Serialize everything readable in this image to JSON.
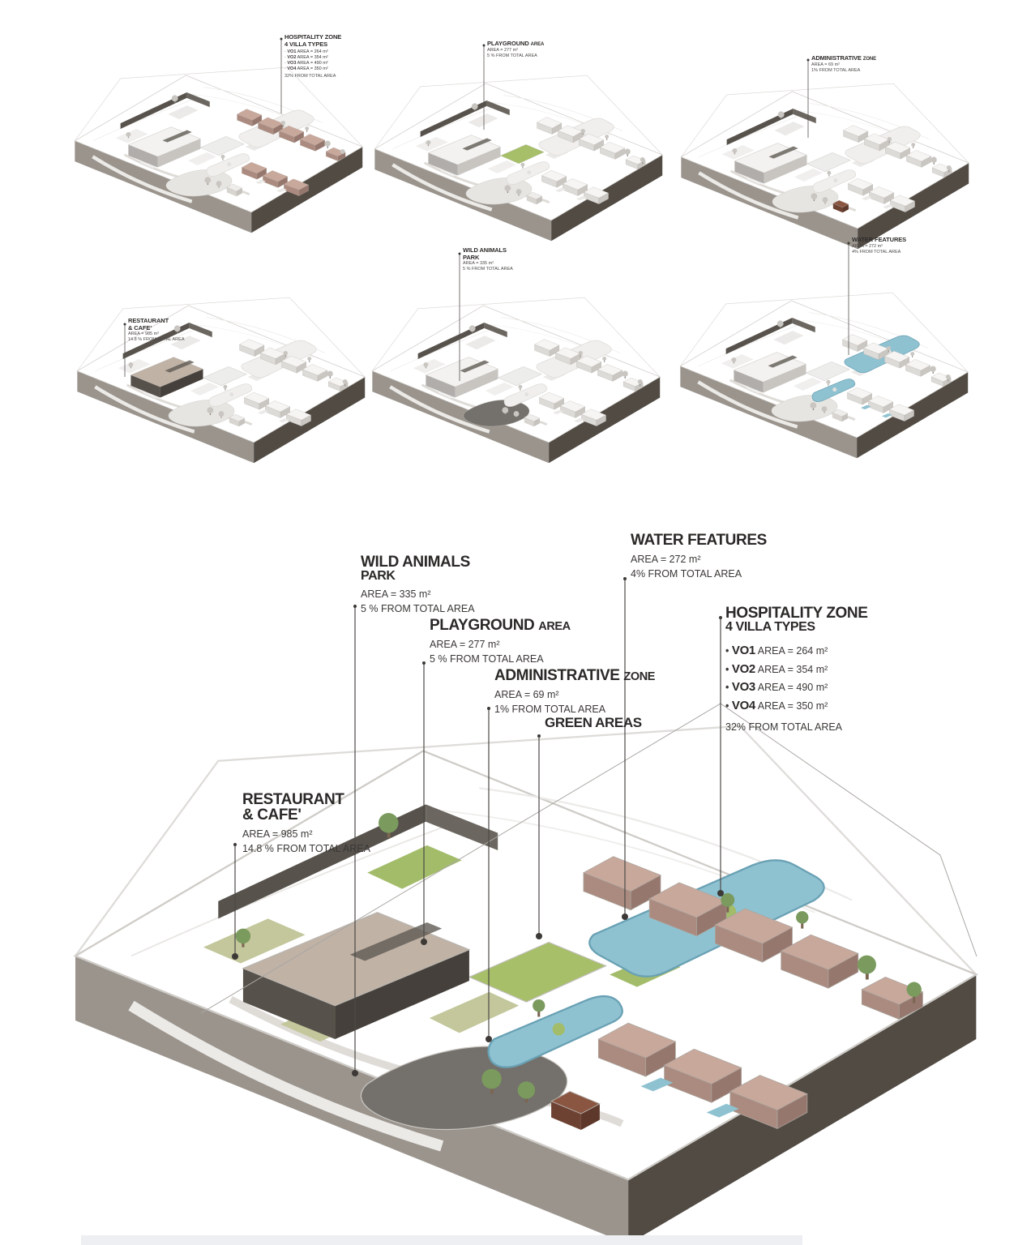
{
  "zones": {
    "hospitality": {
      "title": "HOSPITALITY ZONE",
      "subtitle": "4 VILLA TYPES",
      "villas": [
        {
          "name": "VO1",
          "area": "AREA = 264 m²"
        },
        {
          "name": "VO2",
          "area": "AREA = 354 m²"
        },
        {
          "name": "VO3",
          "area": "AREA = 490 m²"
        },
        {
          "name": "VO4",
          "area": "AREA = 350 m²"
        }
      ],
      "total": "32% FROM TOTAL AREA"
    },
    "playground": {
      "title": "PLAYGROUND",
      "title_suffix": "AREA",
      "area": "AREA = 277 m²",
      "total": "5 % FROM TOTAL AREA"
    },
    "administrative": {
      "title": "ADMINISTRATIVE",
      "title_suffix": "ZONE",
      "area": "AREA = 69 m²",
      "total": "1% FROM TOTAL AREA"
    },
    "restaurant": {
      "title": "RESTAURANT",
      "subtitle": "& CAFE'",
      "area": "AREA = 985 m²",
      "total": "14.8 % FROM TOTAL AREA"
    },
    "wild": {
      "title": "WILD ANIMALS",
      "subtitle": "PARK",
      "area": "AREA = 335 m²",
      "total": "5 % FROM TOTAL AREA"
    },
    "water": {
      "title": "WATER FEATURES",
      "area": "AREA = 272 m²",
      "total": "4% FROM TOTAL AREA"
    },
    "green": {
      "title": "GREEN AREAS"
    }
  },
  "palette": {
    "hospitality": {
      "--hosp-a": "#c9a89c",
      "--hosp-b": "#ab8b80",
      "--hosp-c": "#96776d"
    },
    "playground": {
      "--pg": "#a6bf68"
    },
    "administrative": {
      "--adm-a": "#8a5641",
      "--adm-b": "#6e4233",
      "--adm-c": "#5d382b"
    },
    "restaurant": {
      "--rest-a": "#c0b2a5",
      "--rest-b": "#57514b",
      "--rest-c": "#45403b"
    },
    "wild": {
      "--wild": "#74706b"
    },
    "water": {
      "--wat": "#8fc2d1",
      "--wat2": "#69a1b4"
    },
    "green": {
      "--grn": "#c3c79b",
      "--grn2": "#a3bc6a",
      "--tree": "#7a9a5e",
      "--trunk": "#7b6652"
    }
  }
}
